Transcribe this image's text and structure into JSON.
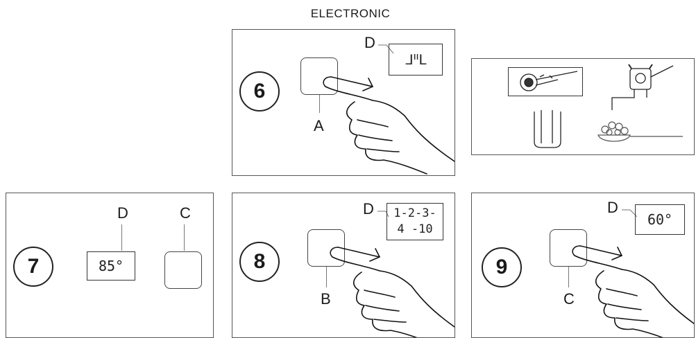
{
  "title": "ELECTRONIC",
  "panel6": {
    "step": "6",
    "letters": {
      "display": "D",
      "button": "A"
    },
    "display": "ᒧᑊᑊᒪ"
  },
  "panel7": {
    "step": "7",
    "letters": {
      "display": "D",
      "button": "C"
    },
    "display": "85°"
  },
  "panel8": {
    "step": "8",
    "letters": {
      "display": "D",
      "button": "B"
    },
    "display_line1": "1-2-3-",
    "display_line2": "4 -10"
  },
  "panel9": {
    "step": "9",
    "letters": {
      "display": "D",
      "button": "C"
    },
    "display": "60°"
  },
  "icons": [
    "hose-connection-icon",
    "water-pump-icon",
    "water-container-icon",
    "coffee-beans-scoop-icon"
  ]
}
